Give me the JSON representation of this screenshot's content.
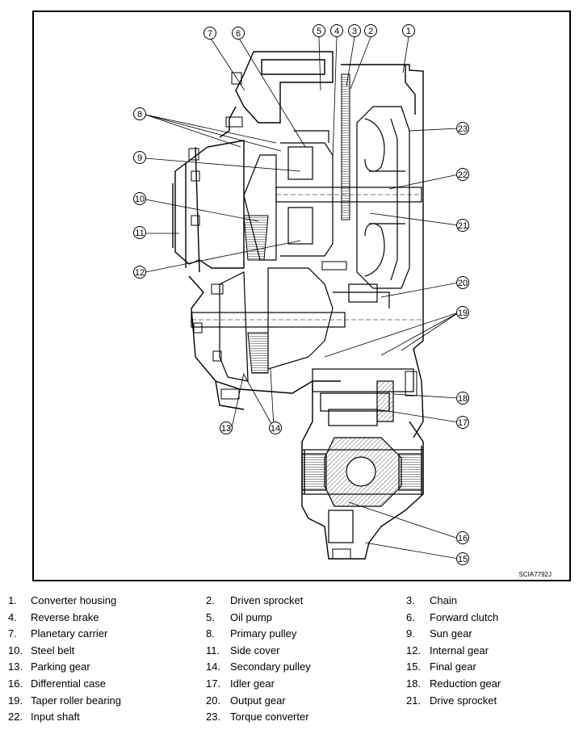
{
  "figure_code": "SCIA7792J",
  "callouts": [
    {
      "n": "1"
    },
    {
      "n": "2"
    },
    {
      "n": "3"
    },
    {
      "n": "4"
    },
    {
      "n": "5"
    },
    {
      "n": "6"
    },
    {
      "n": "7"
    },
    {
      "n": "8"
    },
    {
      "n": "9"
    },
    {
      "n": "10"
    },
    {
      "n": "11"
    },
    {
      "n": "12"
    },
    {
      "n": "13"
    },
    {
      "n": "14"
    },
    {
      "n": "15"
    },
    {
      "n": "16"
    },
    {
      "n": "17"
    },
    {
      "n": "18"
    },
    {
      "n": "19"
    },
    {
      "n": "20"
    },
    {
      "n": "21"
    },
    {
      "n": "22"
    },
    {
      "n": "23"
    }
  ],
  "legend": [
    {
      "num": "1.",
      "name": "Converter housing"
    },
    {
      "num": "2.",
      "name": "Driven sprocket"
    },
    {
      "num": "3.",
      "name": "Chain"
    },
    {
      "num": "4.",
      "name": "Reverse brake"
    },
    {
      "num": "5.",
      "name": "Oil pump"
    },
    {
      "num": "6.",
      "name": "Forward clutch"
    },
    {
      "num": "7.",
      "name": "Planetary carrier"
    },
    {
      "num": "8.",
      "name": "Primary pulley"
    },
    {
      "num": "9.",
      "name": "Sun gear"
    },
    {
      "num": "10.",
      "name": "Steel belt"
    },
    {
      "num": "11.",
      "name": "Side cover"
    },
    {
      "num": "12.",
      "name": "Internal gear"
    },
    {
      "num": "13.",
      "name": "Parking gear"
    },
    {
      "num": "14.",
      "name": "Secondary pulley"
    },
    {
      "num": "15.",
      "name": "Final gear"
    },
    {
      "num": "16.",
      "name": "Differential case"
    },
    {
      "num": "17.",
      "name": "Idler gear"
    },
    {
      "num": "18.",
      "name": "Reduction gear"
    },
    {
      "num": "19.",
      "name": "Taper roller bearing"
    },
    {
      "num": "20.",
      "name": "Output gear"
    },
    {
      "num": "21.",
      "name": "Drive sprocket"
    },
    {
      "num": "22.",
      "name": "Input shaft"
    },
    {
      "num": "23.",
      "name": "Torque converter"
    }
  ]
}
